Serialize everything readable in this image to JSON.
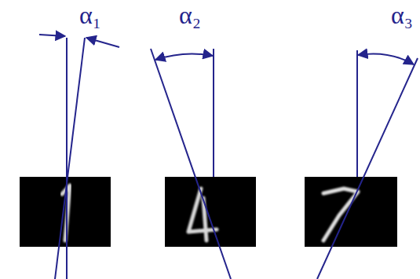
{
  "diagram": {
    "labels": [
      "α₁",
      "α₂",
      "α₃"
    ]
  }
}
